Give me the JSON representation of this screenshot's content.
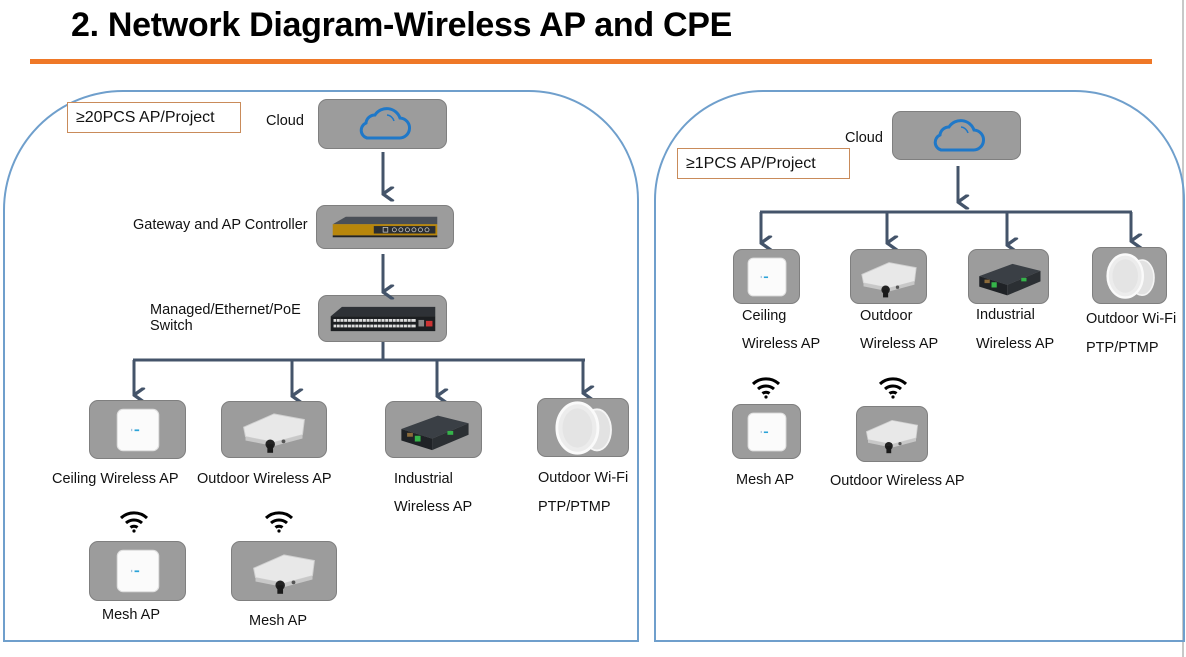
{
  "title": "2. Network Diagram-Wireless AP and CPE",
  "colors": {
    "accent_rule": "#ef7827",
    "panel_border": "#6f9fcc",
    "device_box": "#9c9c9c",
    "arrow": "#44546a",
    "tag_border": "#c98b5a",
    "cloud_stroke": "#1f78c8"
  },
  "left_panel": {
    "tag": "≥20PCS AP/Project",
    "cloud_label": "Cloud",
    "gateway_label": "Gateway and AP Controller",
    "switch_label_line1": "Managed/Ethernet/PoE",
    "switch_label_line2": "Switch",
    "devices": [
      {
        "label": "Ceiling Wireless AP",
        "icon": "ceiling-ap-icon"
      },
      {
        "label": "Outdoor Wireless AP",
        "icon": "outdoor-ap-icon"
      },
      {
        "label_line1": "Industrial",
        "label_line2": "Wireless AP",
        "icon": "industrial-ap-icon"
      },
      {
        "label_line1": "Outdoor Wi-Fi",
        "label_line2": "PTP/PTMP",
        "icon": "cpe-dish-icon"
      }
    ],
    "mesh": [
      {
        "label": "Mesh AP",
        "icon": "ceiling-ap-icon"
      },
      {
        "label": "Mesh AP",
        "icon": "outdoor-ap-icon"
      }
    ]
  },
  "right_panel": {
    "tag": "≥1PCS AP/Project",
    "cloud_label": "Cloud",
    "devices": [
      {
        "label_line1": "Ceiling",
        "label_line2": "Wireless AP",
        "icon": "ceiling-ap-icon"
      },
      {
        "label_line1": "Outdoor",
        "label_line2": "Wireless AP",
        "icon": "outdoor-ap-icon"
      },
      {
        "label_line1": "Industrial",
        "label_line2": "Wireless AP",
        "icon": "industrial-ap-icon"
      },
      {
        "label_line1": "Outdoor Wi-Fi",
        "label_line2": "PTP/PTMP",
        "icon": "cpe-dish-icon"
      }
    ],
    "mesh": [
      {
        "label": "Mesh AP",
        "icon": "ceiling-ap-icon"
      },
      {
        "label": "Outdoor Wireless AP",
        "icon": "outdoor-ap-icon"
      }
    ]
  }
}
